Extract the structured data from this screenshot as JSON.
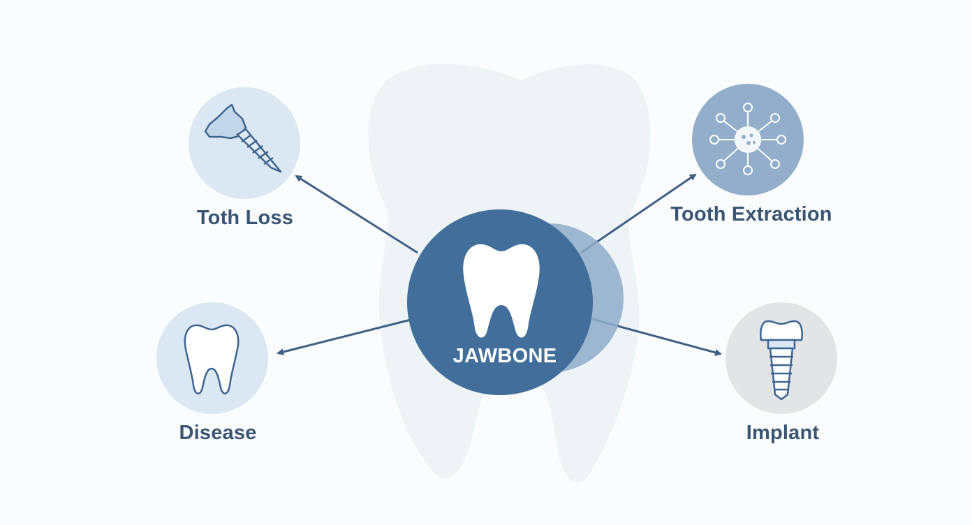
{
  "diagram": {
    "center": {
      "label": "JAWBONE",
      "icon": "tooth-icon"
    },
    "nodes": [
      {
        "id": "tooth-loss",
        "label": "Toth Loss",
        "icon": "dental-screw-icon"
      },
      {
        "id": "tooth-extraction",
        "label": "Tooth Extraction",
        "icon": "molecule-icon"
      },
      {
        "id": "disease",
        "label": "Disease",
        "icon": "tooth-outline-icon"
      },
      {
        "id": "implant",
        "label": "Implant",
        "icon": "dental-implant-icon"
      }
    ],
    "colors": {
      "primary": "#416e9a",
      "accent": "#8fadcc",
      "node_light": "#dbe7f2",
      "node_mid": "#93aecb",
      "node_gray": "#e3e4e6",
      "label_text": "#3a5573",
      "background_tooth": "#ecf1f5",
      "background": "#fbfcfd"
    }
  }
}
